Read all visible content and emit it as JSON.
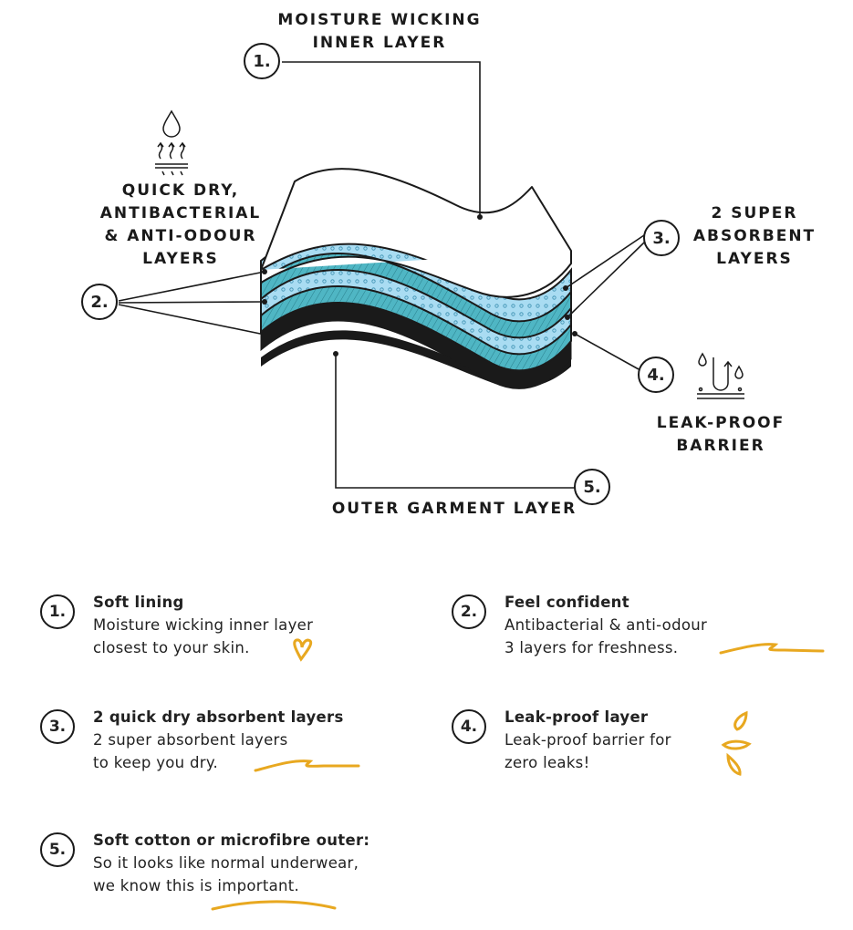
{
  "diagram": {
    "labels": {
      "inner_line1": "MOISTURE WICKING",
      "inner_line2": "INNER LAYER",
      "quickdry_line1": "QUICK DRY,",
      "quickdry_line2": "ANTIBACTERIAL",
      "quickdry_line3": "& ANTI-ODOUR",
      "quickdry_line4": "LAYERS",
      "absorb_line1": "2 SUPER",
      "absorb_line2": "ABSORBENT",
      "absorb_line3": "LAYERS",
      "leak_line1": "LEAK-PROOF",
      "leak_line2": "BARRIER",
      "outer": "OUTER GARMENT LAYER"
    },
    "markers": [
      "1.",
      "2.",
      "3.",
      "4.",
      "5."
    ],
    "colors": {
      "light_blue": "#a9dcf2",
      "teal": "#4fb6c4",
      "accent": "#e8a820",
      "ink": "#1a1a1a"
    }
  },
  "features": [
    {
      "number": "1.",
      "title": "Soft lining",
      "line1": "Moisture wicking inner layer",
      "line2": "closest to your skin."
    },
    {
      "number": "2.",
      "title": "Feel confident",
      "line1": "Antibacterial & anti-odour",
      "line2": "3 layers for freshness."
    },
    {
      "number": "3.",
      "title": "2 quick dry absorbent layers",
      "line1": "2 super absorbent layers",
      "line2": "to keep you dry."
    },
    {
      "number": "4.",
      "title": "Leak-proof layer",
      "line1": "Leak-proof barrier for",
      "line2": "zero leaks!"
    },
    {
      "number": "5.",
      "title": "Soft cotton or microfibre outer:",
      "line1": "So it looks like normal underwear,",
      "line2": "we know this is important."
    }
  ]
}
